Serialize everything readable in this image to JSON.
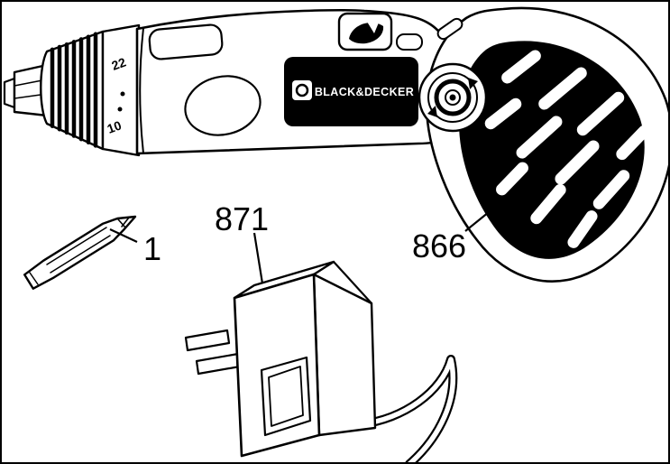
{
  "brand_label": "BLACK&DECKER",
  "clutch_markings": {
    "upper": "22",
    "lower": "10"
  },
  "part_labels": {
    "bit": "1",
    "charger": "871",
    "handle": "866"
  },
  "colors": {
    "line": "#000000",
    "background": "#ffffff",
    "panel": "#000000"
  }
}
